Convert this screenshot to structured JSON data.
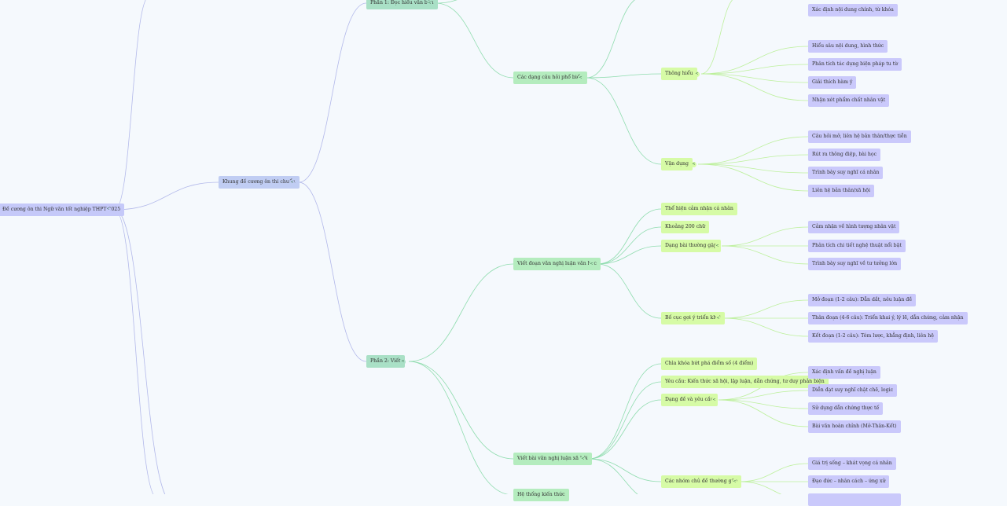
{
  "colors": {
    "background": "#f5f9fd",
    "edge_purple": "#b3b9ea",
    "edge_green": "#8fdcae",
    "edge_lime": "#bdf09c"
  },
  "nodes": {
    "root": "Đề cương ôn thi Ngữ văn tốt nghiệp THPT 2025",
    "khung": "Khung đề cương ôn thi chuẩn",
    "p1": "Phần 1: Đọc hiểu văn bản",
    "p2": "Phần 2: Viết",
    "dang_cau_hoi": "Các dạng câu hỏi phổ biến",
    "thong_hieu": "Thông hiểu",
    "van_dung": "Vận dụng",
    "viet_doan": "Viết đoạn văn nghị luận văn học",
    "viet_bai": "Viết bài văn nghị luận xã hội",
    "partial_p2_child": "Hệ thống kiến thức",
    "xac_dinh_noi_dung": "Xác định nội dung chính, từ khóa",
    "th1": "Hiểu sâu nội dung, hình thức",
    "th2": "Phân tích tác dụng biện pháp tu từ",
    "th3": "Giải thích hàm ý",
    "th4": "Nhận xét phẩm chất nhân vật",
    "vd1": "Câu hỏi mở, liên hệ bản thân/thực tiễn",
    "vd2": "Rút ra thông điệp, bài học",
    "vd3": "Trình bày suy nghĩ cá nhân",
    "vd4": "Liên hệ bản thân/xã hội",
    "vdo1": "Thể hiện cảm nhận cá nhân",
    "vdo2": "Khoảng 200 chữ",
    "vdo3": "Dạng bài thường gặp",
    "vdo4": "Bố cục gợi ý triển khai",
    "dbtg1": "Cảm nhận về hình tượng nhân vật",
    "dbtg2": "Phân tích chi tiết nghệ thuật nổi bật",
    "dbtg3": "Trình bày suy nghĩ về tư tưởng lớn",
    "bc1": "Mở đoạn (1-2 câu): Dẫn dắt, nêu luận đề",
    "bc2": "Thân đoạn (4-6 câu): Triển khai ý, lý lẽ, dẫn chứng, cảm nhận",
    "bc3": "Kết đoạn (1-2 câu): Tóm lược, khẳng định, liên hệ",
    "vb1": "Chìa khóa bứt phá điểm số (4 điểm)",
    "vb2": "Yêu cầu: Kiến thức xã hội, lập luận, dẫn chứng, tư duy phản biện",
    "vb3": "Dạng đề và yêu cầu",
    "vb4": "Các nhóm chủ đề thường gặp",
    "dd1": "Xác định vấn đề nghị luận",
    "dd2": "Diễn đạt suy nghĩ chặt chẽ, logic",
    "dd3": "Sử dụng dẫn chứng thực tế",
    "dd4": "Bài văn hoàn chỉnh (Mở-Thân-Kết)",
    "cd1": "Giá trị sống – khát vọng cá nhân",
    "cd2": "Đạo đức – nhân cách – ứng xử"
  },
  "toggle_icon": "collapse-chevron-icon",
  "toggle_glyph": "<"
}
